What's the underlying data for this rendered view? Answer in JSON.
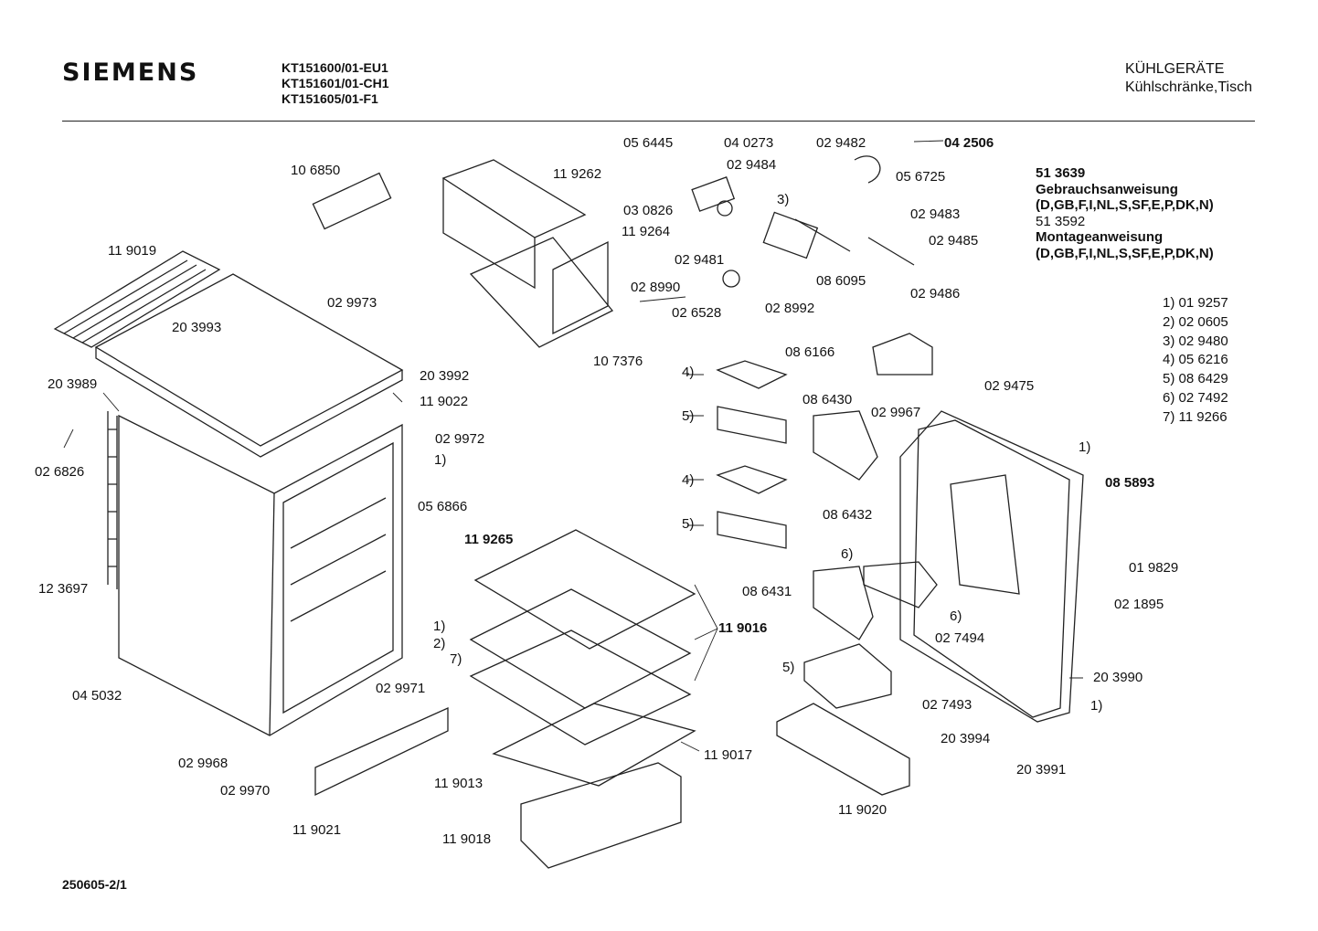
{
  "header": {
    "brand": "SIEMENS",
    "models": [
      "KT151600/01-EU1",
      "KT151601/01-CH1",
      "KT151605/01-F1"
    ],
    "category_title": "KÜHLGERÄTE",
    "category_subtitle": "Kühlschränke,Tisch"
  },
  "documents": {
    "doc1_number": "51 3639",
    "doc1_title": "Gebrauchsanweisung",
    "doc1_languages": "(D,GB,F,I,NL,S,SF,E,P,DK,N)",
    "doc2_number": "51 3592",
    "doc2_title": "Montageanweisung",
    "doc2_languages": "(D,GB,F,I,NL,S,SF,E,P,DK,N)"
  },
  "legend": [
    "1) 01 9257",
    "2) 02 0605",
    "3) 02 9480",
    "4) 05 6216",
    "5) 08 6429",
    "6) 02 7492",
    "7) 11 9266"
  ],
  "part_labels": {
    "p056445": "05 6445",
    "p040273": "04 0273",
    "p029482": "02 9482",
    "p042506": "04 2506",
    "p106850": "10 6850",
    "p119262": "11 9262",
    "p029484": "02 9484",
    "p056725": "05 6725",
    "p030826": "03 0826",
    "ref3_top": "3)",
    "p119264": "11 9264",
    "p029483": "02 9483",
    "p119019": "11 9019",
    "p029481": "02 9481",
    "p029485": "02 9485",
    "p086095": "08 6095",
    "p028990": "02 8990",
    "p029486": "02 9486",
    "p029973": "02 9973",
    "p026528": "02 6528",
    "p028992": "02 8992",
    "p203993": "20 3993",
    "p107376": "10 7376",
    "p086166": "08 6166",
    "ref4_a": "4)",
    "p203992": "20 3992",
    "p203989": "20 3989",
    "p119022": "11 9022",
    "p029475": "02 9475",
    "p086430": "08 6430",
    "ref5_a": "5)",
    "p029967": "02 9967",
    "p029972": "02 9972",
    "ref1_a": "1)",
    "ref1_b": "1)",
    "p026826": "02 6826",
    "ref4_b": "4)",
    "p085893": "08 5893",
    "p056866": "05 6866",
    "p119265": "11 9265",
    "ref5_b": "5)",
    "p086432": "08 6432",
    "ref6_a": "6)",
    "p123697": "12 3697",
    "p019829": "01 9829",
    "p086431": "08 6431",
    "p021895": "02 1895",
    "ref1_c": "1)",
    "ref6_b": "6)",
    "p119016": "11 9016",
    "ref2": "2)",
    "p027494": "02 7494",
    "ref7": "7)",
    "ref5_c": "5)",
    "p029971": "02 9971",
    "p203990": "20 3990",
    "p045032": "04 5032",
    "p027493": "02 7493",
    "ref1_d": "1)",
    "p203994": "20 3994",
    "p029968": "02 9968",
    "p119017": "11 9017",
    "p029970": "02 9970",
    "p203991": "20 3991",
    "p119013": "11 9013",
    "p119020": "11 9020",
    "p119021": "11 9021",
    "p119018": "11 9018"
  },
  "footer": {
    "code": "250605-2/1"
  }
}
